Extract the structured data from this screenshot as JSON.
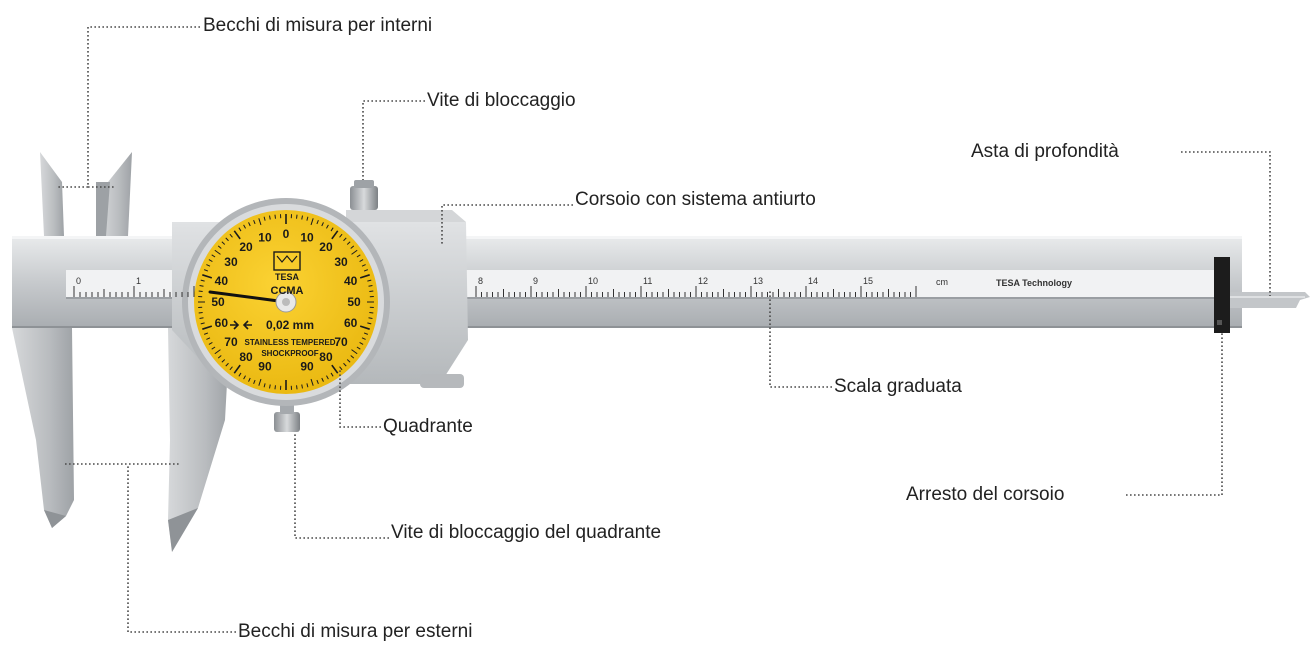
{
  "labels": {
    "internal_jaws": "Becchi di misura per interni",
    "locking_screw": "Vite di bloccaggio",
    "depth_rod": "Asta di profondità",
    "slider": "Corsoio con sistema antiurto",
    "scale": "Scala graduata",
    "dial": "Quadrante",
    "slider_stop": "Arresto del corsoio",
    "dial_locking_screw": "Vite di bloccaggio del quadrante",
    "external_jaws": "Becchi di misura per esterni"
  },
  "instrument": {
    "scale_numbers": [
      "0",
      "1",
      "8",
      "9",
      "10",
      "11",
      "12",
      "13",
      "14",
      "15"
    ],
    "scale_unit": "cm",
    "scale_brand": "TESA Technology",
    "dial_numbers": [
      "0",
      "10",
      "20",
      "30",
      "40",
      "50",
      "60",
      "70",
      "80",
      "90"
    ],
    "dial_logo": "TESA",
    "dial_model": "CCMA",
    "dial_resolution": "0,02 mm",
    "dial_line1": "STAINLESS TEMPERED",
    "dial_line2": "SHOCKPROOF"
  },
  "colors": {
    "dial_face": "#f2c21b",
    "steel": "#c9cccf",
    "leader": "#4a4a4a"
  }
}
